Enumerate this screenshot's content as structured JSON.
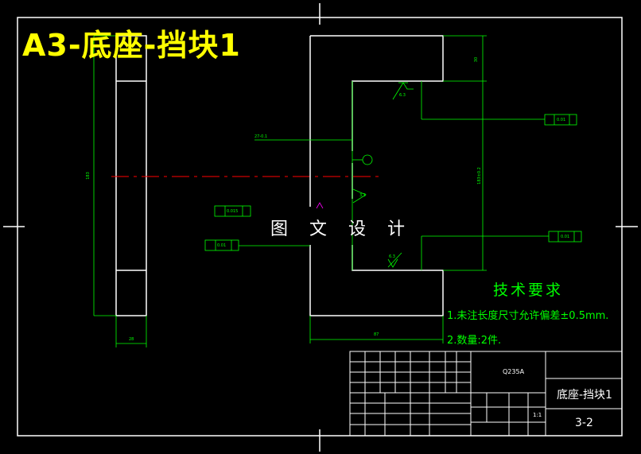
{
  "title": "A3-底座-挡块1",
  "watermark": "图 文 设 计",
  "technical_requirements": {
    "heading": "技术要求",
    "items": [
      "1.未注长度尺寸允许偏差±0.5mm.",
      "2.数量:2件."
    ]
  },
  "title_block": {
    "material": "Q235A",
    "part_name": "底座-挡块1",
    "drawing_number": "3-2",
    "scale": "1:1"
  },
  "dimensions": {
    "total_height": "183",
    "width": "28",
    "slot_width": "87",
    "top_height": "30",
    "overall_height": "183±0.2",
    "offset": "27-0.1"
  },
  "tolerances": {
    "flatness": "0.015",
    "parallelism": "0.01",
    "perpendicular_1": "0.01",
    "perpendicular_2": "0.01",
    "roughness_1": "6.3",
    "roughness_2": "6.3",
    "roughness_3": "3.2"
  },
  "colors": {
    "background": "#000000",
    "frame": "#ffffff",
    "geometry": "#ffffff",
    "dimension": "#00ff00",
    "centerline": "#ff0000",
    "title": "#ffff00"
  }
}
